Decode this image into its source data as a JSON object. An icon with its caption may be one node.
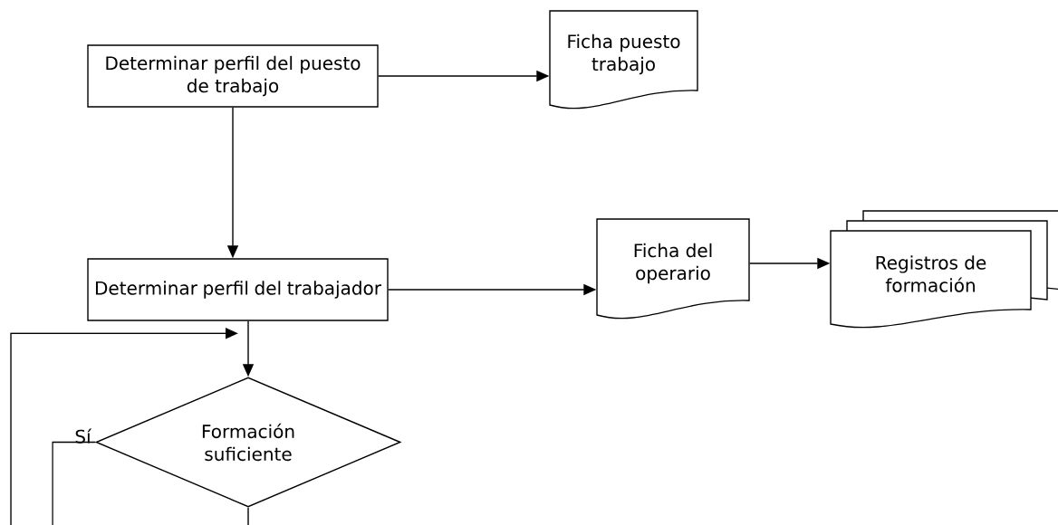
{
  "diagram": {
    "nodes": [
      {
        "text": [
          "Determinar perfil del puesto de trabajo"
        ]
      },
      {
        "text": [
          "Ficha puesto trabajo"
        ]
      },
      {
        "text": [
          "Determinar perfil del trabajador"
        ]
      },
      {
        "text": [
          "Ficha del operario"
        ]
      },
      {
        "text": [
          "Registros de formación"
        ]
      },
      {
        "text": [
          "Formación suficiente"
        ]
      }
    ],
    "edges": [
      {
        "from": 0,
        "to": 1,
        "arrow": "to"
      },
      {
        "from": 0,
        "to": 2,
        "arrow": "to"
      },
      {
        "from": 2,
        "to": 3,
        "arrow": "to"
      },
      {
        "from": 3,
        "to": 4,
        "arrow": "to"
      },
      {
        "from": 2,
        "to": 5,
        "arrow": "to"
      },
      {
        "from": null,
        "to": 5,
        "arrow": "to"
      },
      {
        "from": 5,
        "to": null,
        "arrow": "none",
        "label": "Sí"
      },
      {
        "from": 5,
        "to": null,
        "arrow": "none"
      }
    ]
  }
}
